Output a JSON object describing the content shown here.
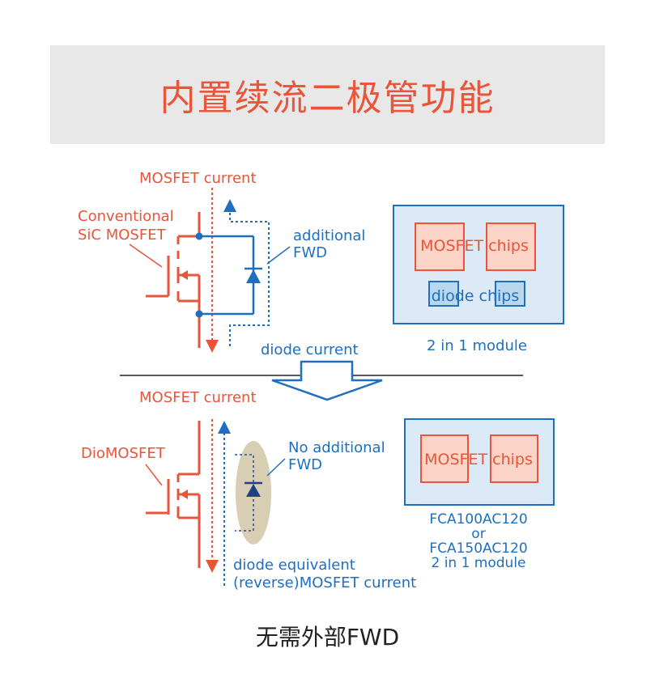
{
  "colors": {
    "orange": "#e8553a",
    "blue": "#1f6fc0",
    "chip_fill": "#fbd3c7",
    "chip_border": "#e8553a",
    "diode_chip_fill": "#b9d8ee",
    "module_fill": "#dbeaf6",
    "title_band": "#e8e8e8",
    "ellipse_fill": "#d8ceb4"
  },
  "title": "内置续流二极管功能",
  "top": {
    "mosfet_current": "MOSFET current",
    "conventional_label_1": "Conventional",
    "conventional_label_2": "SiC MOSFET",
    "additional_fwd_1": "additional",
    "additional_fwd_2": "FWD",
    "diode_current": "diode current",
    "module": {
      "mosfet_chips": "MOSFET chips",
      "diode_chips": "diode chips",
      "caption": "2 in 1 module"
    }
  },
  "bottom": {
    "mosfet_current": "MOSFET current",
    "diomosfet_label": "DioMOSFET",
    "no_additional_1": "No additional",
    "no_additional_2": "FWD",
    "diode_equivalent_1": "diode equivalent",
    "diode_equivalent_2": "(reverse)MOSFET current",
    "module": {
      "mosfet_chips": "MOSFET chips",
      "caption_line1": "FCA100AC120",
      "caption_line2": "or",
      "caption_line3": "FCA150AC120",
      "caption_line4": "2 in 1 module"
    }
  },
  "footer": "无需外部FWD"
}
